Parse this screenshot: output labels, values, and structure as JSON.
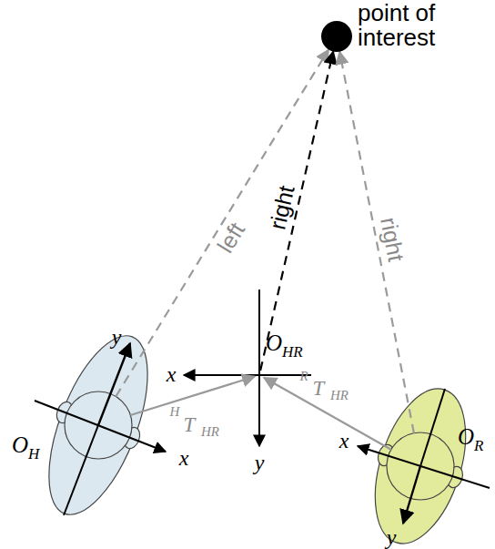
{
  "diagram": {
    "nodes": [
      {
        "text": [
          "point of interest"
        ]
      },
      {
        "text": [
          "O",
          "HR"
        ]
      },
      {
        "text": [
          "O",
          "H"
        ]
      },
      {
        "text": [
          "O",
          "R"
        ]
      }
    ],
    "edges": [
      {
        "from": 2,
        "to": 0,
        "arrow": "to",
        "label": "left"
      },
      {
        "from": 1,
        "to": 0,
        "arrow": "to",
        "label": "right"
      },
      {
        "from": 3,
        "to": 0,
        "arrow": "to",
        "label": "right"
      },
      {
        "from": 2,
        "to": 1,
        "arrow": "to"
      },
      {
        "from": 3,
        "to": 1,
        "arrow": "to"
      }
    ],
    "labels": [
      "y",
      "x",
      "y",
      "H",
      "T",
      "HR",
      "R",
      "T",
      "HR",
      "x",
      "x",
      "y"
    ]
  }
}
